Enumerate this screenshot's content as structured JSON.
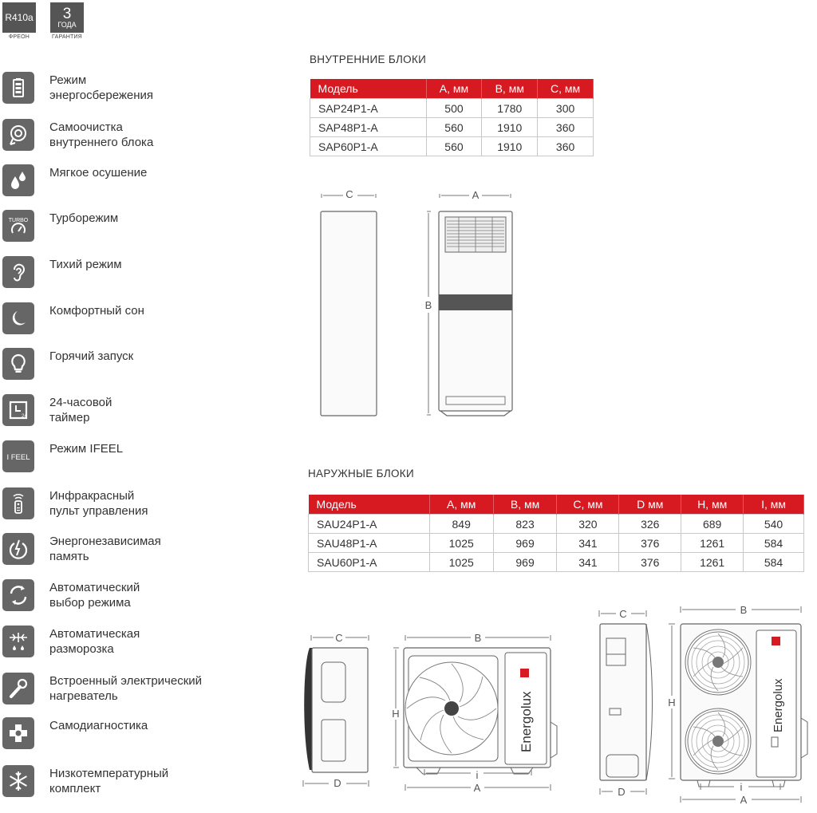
{
  "badges": [
    {
      "main": "R410a",
      "caption": "ФРЕОН"
    },
    {
      "main": "3",
      "sub": "ГОДА",
      "caption": "ГАРАНТИЯ"
    }
  ],
  "features": [
    {
      "icon": "battery-icon",
      "lines": [
        "Режим",
        "энергосбережения"
      ]
    },
    {
      "icon": "self-clean-icon",
      "lines": [
        "Самоочистка",
        "внутреннего блока"
      ]
    },
    {
      "icon": "water-drops-icon",
      "lines": [
        "Мягкое осушение"
      ]
    },
    {
      "icon": "turbo-icon",
      "icon_text": "TURBO",
      "lines": [
        "Турборежим"
      ]
    },
    {
      "icon": "ear-icon",
      "lines": [
        "Тихий режим"
      ]
    },
    {
      "icon": "moon-stars-icon",
      "lines": [
        "Комфортный сон"
      ]
    },
    {
      "icon": "lightbulb-icon",
      "lines": [
        "Горячий запуск"
      ]
    },
    {
      "icon": "timer-icon",
      "icon_text": "24",
      "lines": [
        "24-часовой",
        "таймер"
      ]
    },
    {
      "icon": "ifeel-icon",
      "icon_text": "I FEEL",
      "lines": [
        "Режим IFEEL"
      ]
    },
    {
      "icon": "remote-control-icon",
      "lines": [
        "Инфракрасный",
        "пульт управления"
      ]
    },
    {
      "icon": "power-memory-icon",
      "lines": [
        "Энергонезависимая",
        "память"
      ]
    },
    {
      "icon": "auto-mode-icon",
      "lines": [
        "Автоматический",
        "выбор режима"
      ]
    },
    {
      "icon": "defrost-icon",
      "lines": [
        "Автоматическая",
        "разморозка"
      ]
    },
    {
      "icon": "heater-icon",
      "lines": [
        "Встроенный электрический",
        "нагреватель"
      ]
    },
    {
      "icon": "self-diagnosis-icon",
      "lines": [
        "Самодиагностика"
      ]
    },
    {
      "icon": "snowflake-icon",
      "lines": [
        "Низкотемпературный",
        "комплект"
      ]
    }
  ],
  "indoor": {
    "title": "ВНУТРЕННИЕ БЛОКИ",
    "headers": [
      "Модель",
      "A, мм",
      "B, мм",
      "C, мм"
    ],
    "rows": [
      [
        "SAP24P1-A",
        "500",
        "1780",
        "300"
      ],
      [
        "SAP48P1-A",
        "560",
        "1910",
        "360"
      ],
      [
        "SAP60P1-A",
        "560",
        "1910",
        "360"
      ]
    ]
  },
  "outdoor": {
    "title": "НАРУЖНЫЕ БЛОКИ",
    "headers": [
      "Модель",
      "A, мм",
      "B, мм",
      "C, мм",
      "D мм",
      "H, мм",
      "I, мм"
    ],
    "rows": [
      [
        "SAU24P1-A",
        "849",
        "823",
        "320",
        "326",
        "689",
        "540"
      ],
      [
        "SAU48P1-A",
        "1025",
        "969",
        "341",
        "376",
        "1261",
        "584"
      ],
      [
        "SAU60P1-A",
        "1025",
        "969",
        "341",
        "376",
        "1261",
        "584"
      ]
    ]
  },
  "drawings": {
    "indoor": {
      "c": "C",
      "a": "A",
      "b": "B"
    },
    "outdoor_small": {
      "c": "C",
      "b": "B",
      "h": "H",
      "d": "D",
      "i": "i",
      "a": "A"
    },
    "outdoor_large": {
      "c": "C",
      "b": "B",
      "h": "H",
      "d": "D",
      "i": "i",
      "a": "A"
    }
  },
  "brand": "Energolux",
  "colors": {
    "accent": "#d71921",
    "icon_bg": "#666666"
  }
}
